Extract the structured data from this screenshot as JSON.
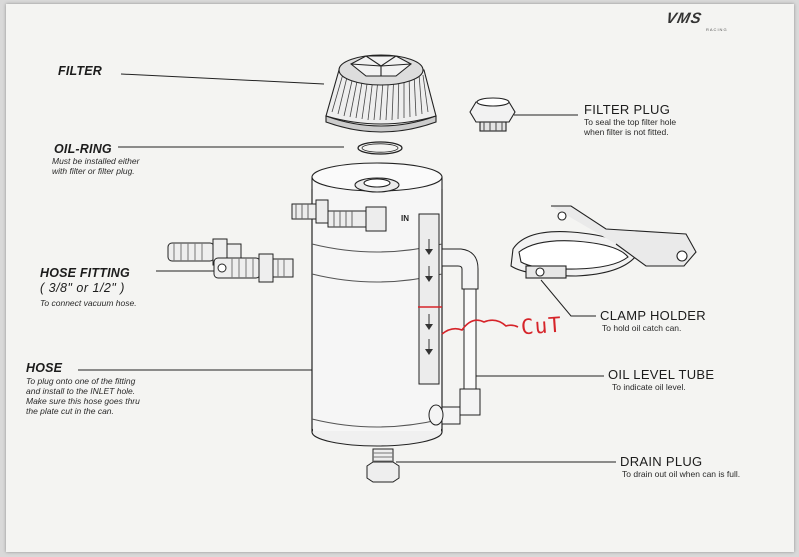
{
  "logo": {
    "text": "VMS",
    "subtext": "RACING"
  },
  "inlet_mark": "IN",
  "handwriting": {
    "text": "CuT",
    "color": "#d6242a"
  },
  "callouts": {
    "filter": {
      "title": "FILTER"
    },
    "filter_plug": {
      "title": "FILTER PLUG",
      "desc": "To seal the top filter hole\nwhen filter is not fitted."
    },
    "oil_ring": {
      "title": "OIL-RING",
      "desc": "Must be installed either\nwith filter or filter plug."
    },
    "hose_fitting": {
      "title": "HOSE FITTING",
      "sub": "( 3/8\" or 1/2\" )",
      "desc": "To connect vacuum hose."
    },
    "hose": {
      "title": "HOSE",
      "desc": "To plug onto one of the fitting\nand install to the INLET hole.\nMake sure this hose goes thru\nthe plate cut in the can."
    },
    "clamp_holder": {
      "title": "CLAMP HOLDER",
      "desc": "To hold oil catch can."
    },
    "oil_level_tube": {
      "title": "OIL LEVEL TUBE",
      "desc": "To indicate oil level."
    },
    "drain_plug": {
      "title": "DRAIN PLUG",
      "desc": "To drain out oil when can is full."
    }
  },
  "colors": {
    "paper": "#f4f4f2",
    "ink": "#1c1c1c",
    "annotation_red": "#d6242a"
  }
}
